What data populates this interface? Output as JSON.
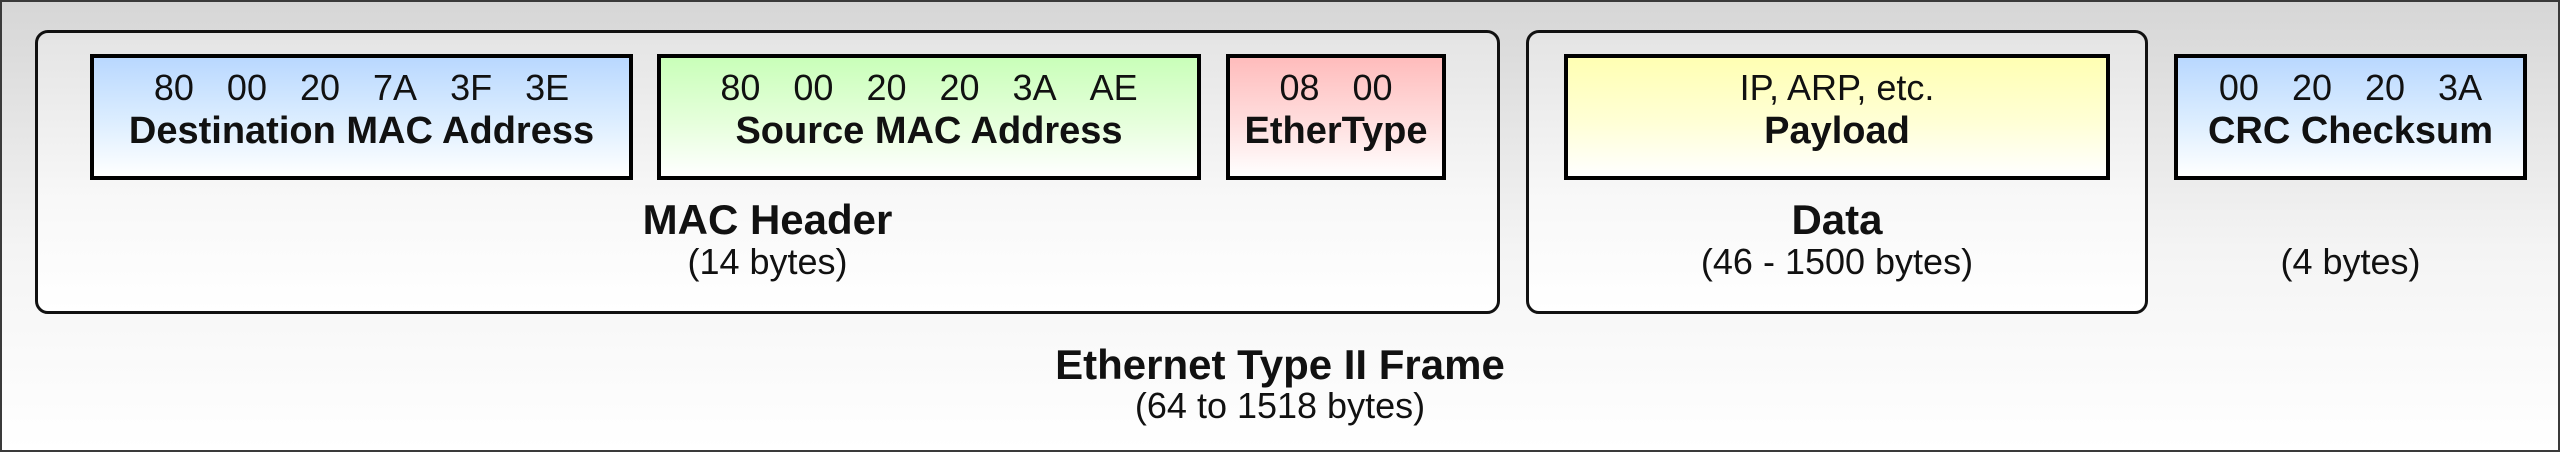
{
  "frame": {
    "title": "Ethernet Type II Frame",
    "size": "(64 to 1518 bytes)"
  },
  "mac_header": {
    "title": "MAC Header",
    "size": "(14 bytes)",
    "destination": {
      "bytes": [
        "80",
        "00",
        "20",
        "7A",
        "3F",
        "3E"
      ],
      "label": "Destination MAC Address",
      "color": "#b9d8ff"
    },
    "source": {
      "bytes": [
        "80",
        "00",
        "20",
        "20",
        "3A",
        "AE"
      ],
      "label": "Source MAC Address",
      "color": "#c9ffb9"
    },
    "ethertype": {
      "bytes": [
        "08",
        "00"
      ],
      "label": "EtherType",
      "color": "#ffbcbc"
    }
  },
  "data": {
    "title": "Data",
    "size": "(46 - 1500 bytes)",
    "payload": {
      "content": "IP, ARP, etc.",
      "label": "Payload",
      "color": "#ffffb3"
    }
  },
  "crc": {
    "bytes": [
      "00",
      "20",
      "20",
      "3A"
    ],
    "label": "CRC Checksum",
    "size": "(4 bytes)",
    "color": "#b9d8ff"
  }
}
